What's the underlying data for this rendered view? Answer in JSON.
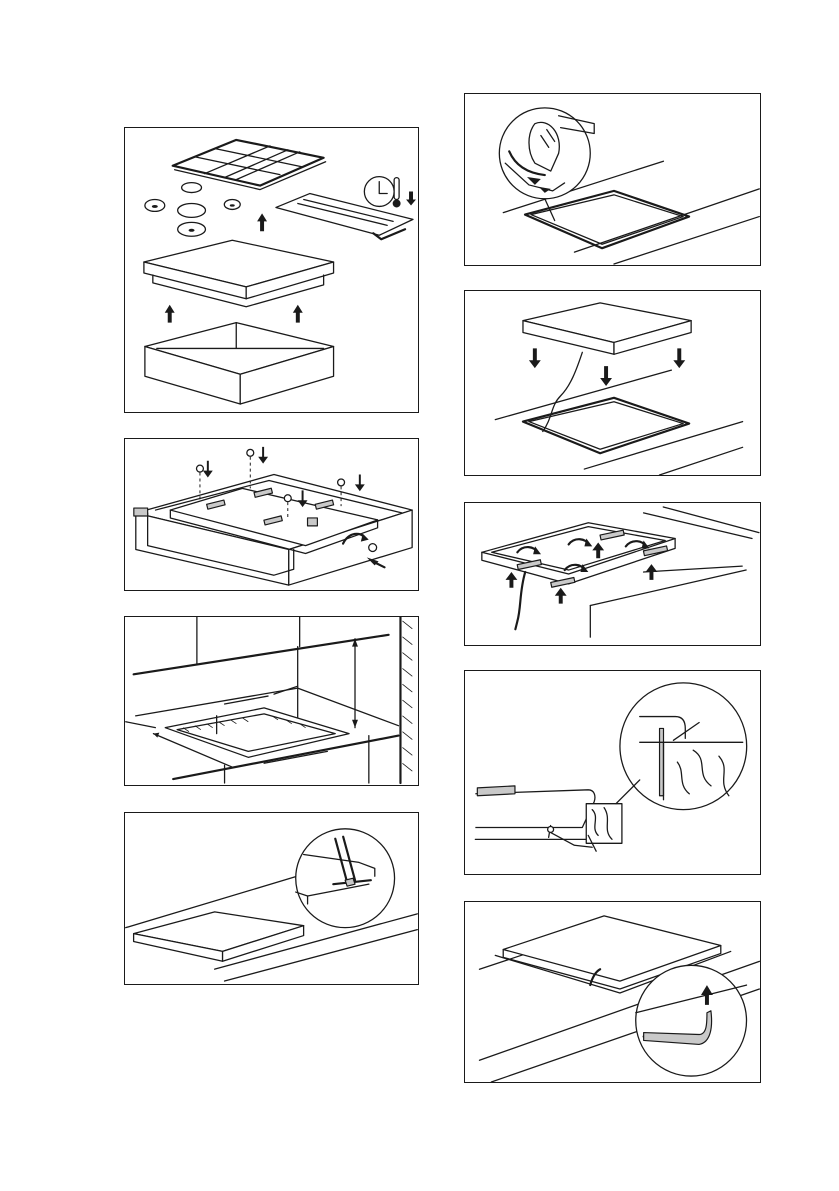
{
  "page": {
    "figures": [
      {
        "id": "fig-remove-parts",
        "icon": "clock-temperature-icon"
      },
      {
        "id": "fig-frame-screws"
      },
      {
        "id": "fig-cutout-dimensions"
      },
      {
        "id": "fig-seal-strip"
      },
      {
        "id": "fig-cable-through-seal"
      },
      {
        "id": "fig-lower-hob"
      },
      {
        "id": "fig-fix-brackets"
      },
      {
        "id": "fig-seal-detail"
      },
      {
        "id": "fig-seal-excess"
      }
    ]
  }
}
